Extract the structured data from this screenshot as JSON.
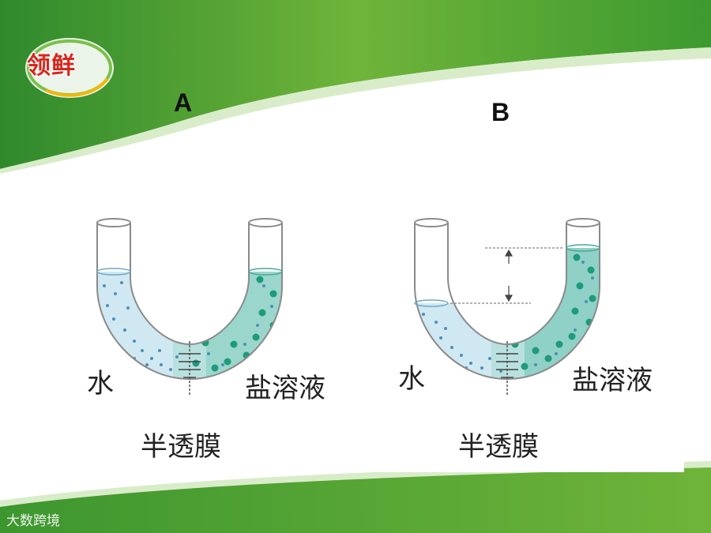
{
  "slide": {
    "logo_text": "领鲜",
    "label_a": "A",
    "label_b": "B",
    "watermark": "大数跨境"
  },
  "diagram_a": {
    "left_label": "水",
    "right_label": "盐溶液",
    "membrane_label": "半透膜"
  },
  "diagram_b": {
    "left_label": "水",
    "right_label": "盐溶液",
    "membrane_label": "半透膜"
  },
  "colors": {
    "green_dark": "#2f8a2c",
    "green_light": "#8cc63f",
    "water": "#cfe8f2",
    "salt_solution": "#8fd1c6",
    "particle_small": "#4f8fb5",
    "particle_large": "#1f9a7a"
  }
}
